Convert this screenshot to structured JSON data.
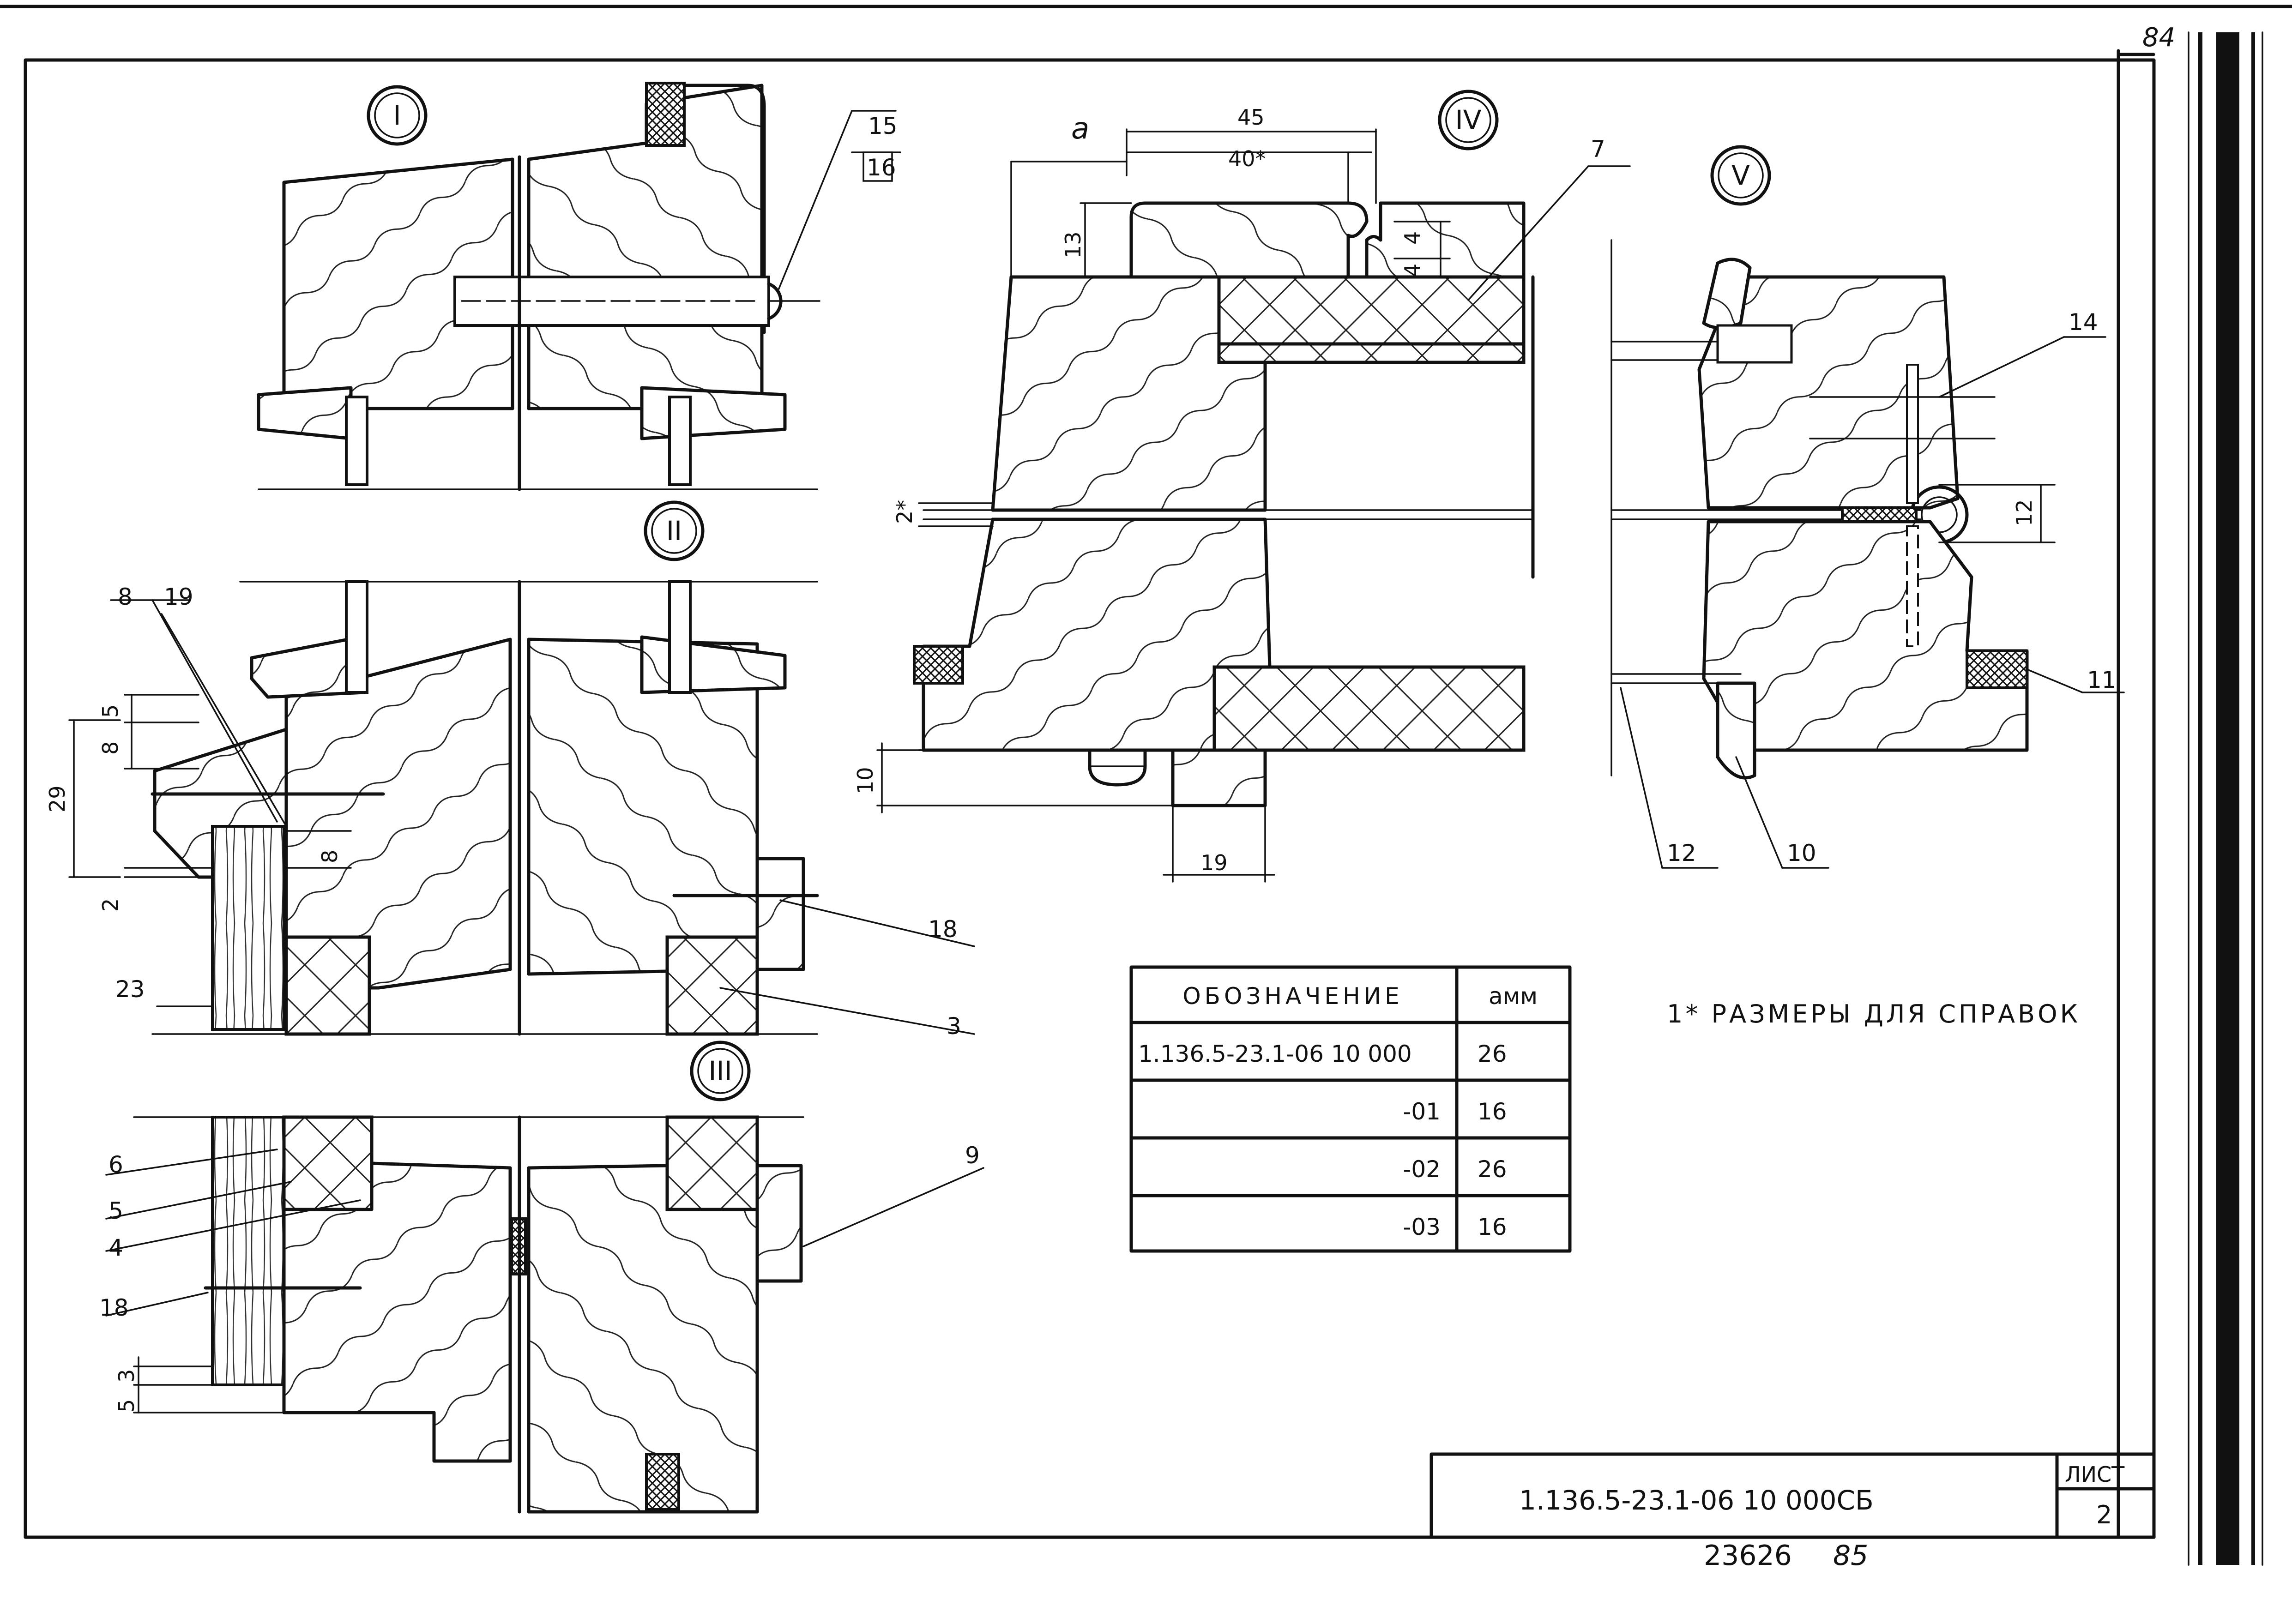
{
  "page_number": "84",
  "sections": {
    "s1": "I",
    "s2": "II",
    "s3": "III",
    "s4": "IV",
    "s5": "V"
  },
  "callouts": {
    "c15": "15",
    "c16": "16",
    "c7": "7",
    "c14": "14",
    "c11": "11",
    "c12": "12",
    "c10": "10",
    "c18a": "18",
    "c3": "3",
    "c9": "9",
    "c8": "8",
    "c19": "19",
    "c6": "6",
    "c5": "5",
    "c4": "4",
    "c18b": "18",
    "c23": "23"
  },
  "dimensions": {
    "a": "a",
    "d45": "45",
    "d40": "40*",
    "d13": "13",
    "d4a": "4",
    "d4b": "4",
    "d2": "2*",
    "d10": "10",
    "d19": "19",
    "d12": "12",
    "d5a": "5",
    "d8a": "8",
    "d29": "29",
    "d8b": "8",
    "d2b": "2",
    "d3": "3",
    "d5b": "5"
  },
  "table": {
    "headers": [
      "ОБОЗНАЧЕНИЕ",
      "aмм"
    ],
    "rows": [
      [
        "1.136.5-23.1-06 10 000",
        "26"
      ],
      [
        "-01",
        "16"
      ],
      [
        "-02",
        "26"
      ],
      [
        "-03",
        "16"
      ]
    ]
  },
  "note": "1* РАЗМЕРЫ ДЛЯ СПРАВОК",
  "title_block": {
    "code": "1.136.5-23.1-06 10 000СБ",
    "sheet_label": "ЛИСТ",
    "sheet_number": "2"
  },
  "footer": {
    "inventory": "23626",
    "page": "85"
  }
}
